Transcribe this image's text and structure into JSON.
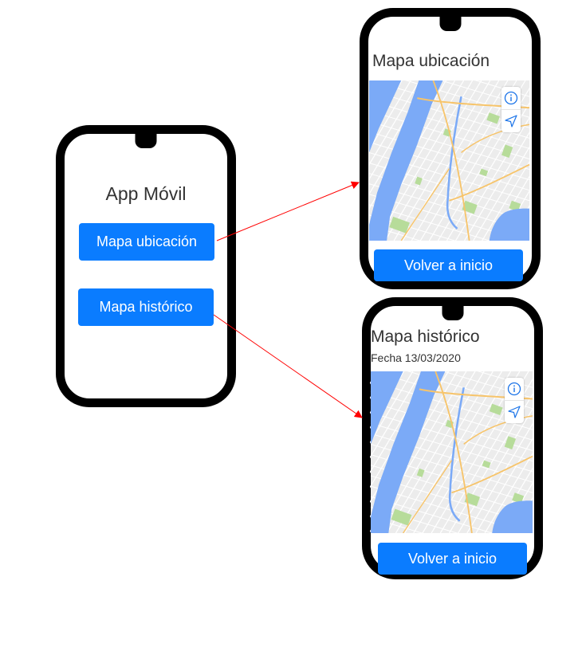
{
  "home": {
    "title": "App Móvil",
    "buttons": {
      "location_map": "Mapa ubicación",
      "history_map": "Mapa histórico"
    }
  },
  "location_screen": {
    "title": "Mapa ubicación",
    "back_button": "Volver a inicio"
  },
  "history_screen": {
    "title": "Mapa histórico",
    "date": "Fecha 13/03/2020",
    "back_button": "Volver a inicio"
  },
  "map_controls": [
    "info-icon",
    "navigation-arrow-icon"
  ],
  "colors": {
    "button": "#0a7cff",
    "arrow": "#ff0000",
    "water": "#7baaf7",
    "park": "#b7dc9a",
    "road_major": "#f7c46a"
  }
}
